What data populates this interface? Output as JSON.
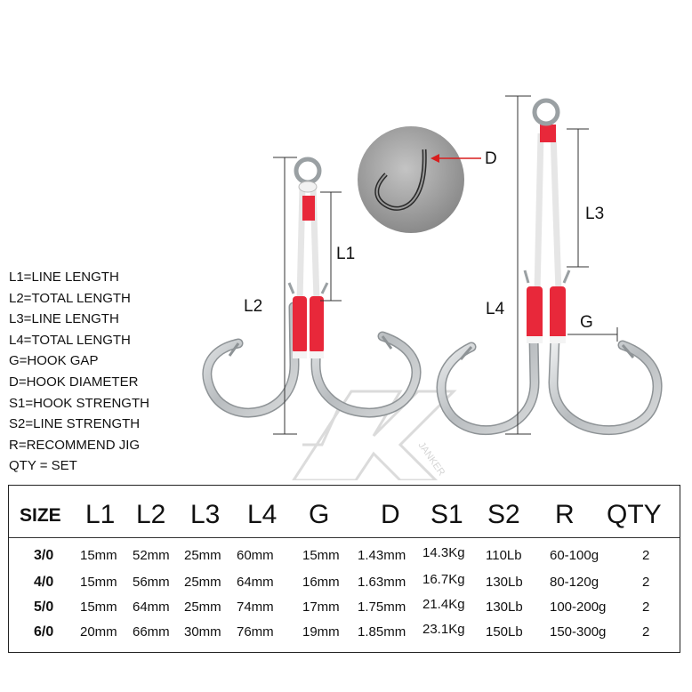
{
  "labels": {
    "L1": "L1",
    "L2": "L2",
    "L3": "L3",
    "L4": "L4",
    "G": "G",
    "D": "D"
  },
  "watermark": {
    "text": "JANKER"
  },
  "legend": [
    "L1=LINE LENGTH",
    "L2=TOTAL LENGTH",
    "L3=LINE LENGTH",
    "L4=TOTAL LENGTH",
    "G=HOOK GAP",
    "D=HOOK DIAMETER",
    "S1=HOOK STRENGTH",
    "S2=LINE STRENGTH",
    "R=RECOMMEND JIG",
    "QTY = SET"
  ],
  "table": {
    "headers": [
      "SIZE",
      "L1",
      "L2",
      "L3",
      "L4",
      "G",
      "D",
      "S1",
      "S2",
      "R",
      "QTY"
    ],
    "rows": [
      [
        "3/0",
        "15mm",
        "52mm",
        "25mm",
        "60mm",
        "15mm",
        "1.43mm",
        "14.3Kg",
        "110Lb",
        "60-100g",
        "2"
      ],
      [
        "4/0",
        "15mm",
        "56mm",
        "25mm",
        "64mm",
        "16mm",
        "1.63mm",
        "16.7Kg",
        "130Lb",
        "80-120g",
        "2"
      ],
      [
        "5/0",
        "15mm",
        "64mm",
        "25mm",
        "74mm",
        "17mm",
        "1.75mm",
        "21.4Kg",
        "130Lb",
        "100-200g",
        "2"
      ],
      [
        "6/0",
        "20mm",
        "66mm",
        "30mm",
        "76mm",
        "19mm",
        "1.85mm",
        "23.1Kg",
        "150Lb",
        "150-300g",
        "2"
      ]
    ]
  },
  "colors": {
    "hook_steel": "#c9ccce",
    "hook_edge": "#8e9396",
    "wrap_red": "#e8283a",
    "line_white": "#f4f4f4",
    "arrow_red": "#d81e1e"
  }
}
